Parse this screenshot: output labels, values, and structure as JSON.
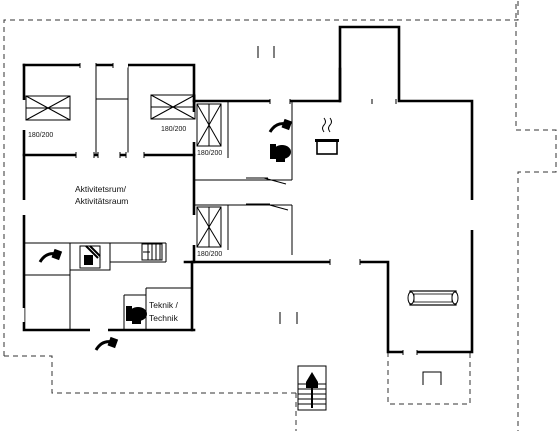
{
  "rooms": {
    "activity_room_line1": "Aktivitetsrum/",
    "activity_room_line2": "Aktivitätsraum",
    "technical_line1": "Teknik /",
    "technical_line2": "Technik"
  },
  "beds": {
    "bed1": "180/200",
    "bed2": "180/200",
    "bed3": "180/200",
    "bed4": "180/200"
  },
  "icons": [
    "shower-icon",
    "toilet-icon",
    "stove-icon",
    "sofa-icon",
    "sauna-icon",
    "stairs-icon",
    "entry-arrow-icon",
    "bed-icon"
  ]
}
